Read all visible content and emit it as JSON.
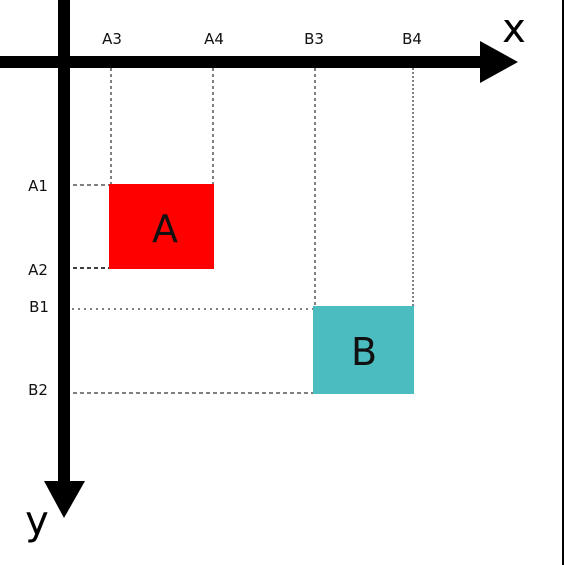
{
  "axes": {
    "x_label": "x",
    "y_label": "y",
    "x_ticks": [
      "A3",
      "A4",
      "B3",
      "B4"
    ],
    "y_ticks": [
      "A1",
      "A2",
      "B1",
      "B2"
    ]
  },
  "boxes": [
    {
      "label": "A",
      "color": "#ff0000"
    },
    {
      "label": "B",
      "color": "#4bbdc1"
    }
  ],
  "colors": {
    "axis": "#000000",
    "guide": "#000000",
    "frame": "#000000"
  }
}
